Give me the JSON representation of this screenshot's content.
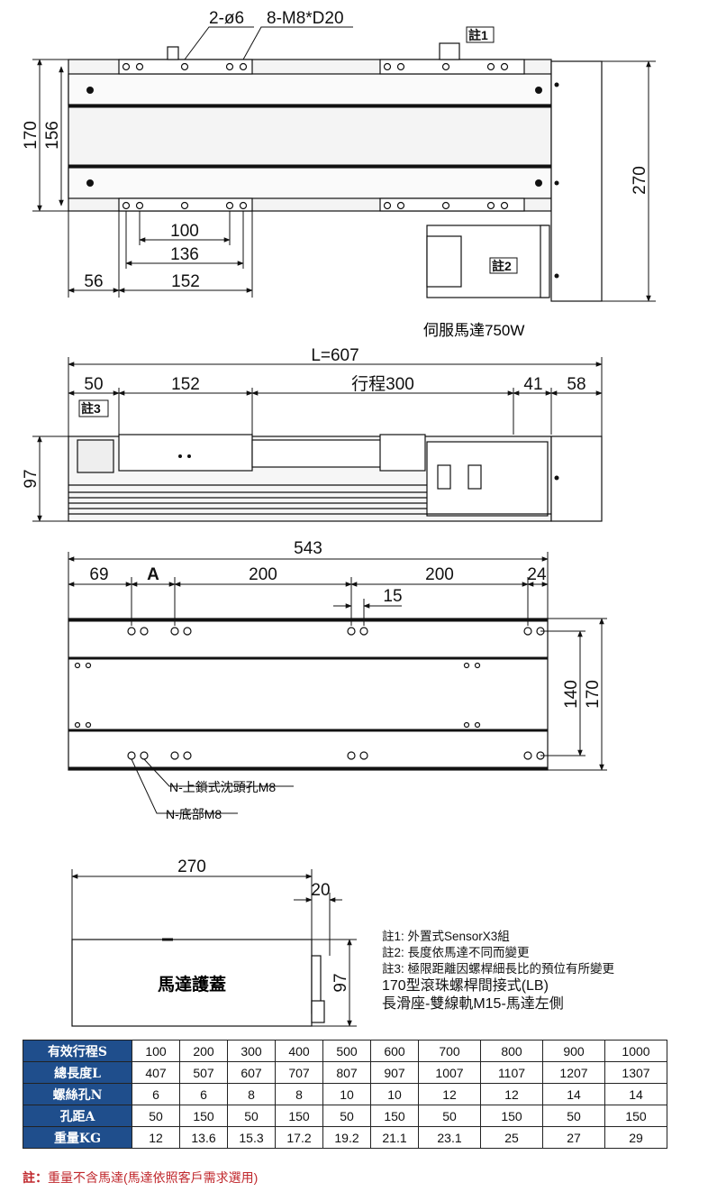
{
  "top_view": {
    "callout_hole": "2-ø6",
    "callout_bolt": "8-M8*D20",
    "note1": "註1",
    "note2": "註2",
    "dim_170": "170",
    "dim_156": "156",
    "dim_270": "270",
    "dim_100": "100",
    "dim_136": "136",
    "dim_152": "152",
    "dim_56": "56",
    "motor_label": "伺服馬達750W"
  },
  "side_view": {
    "length": "L=607",
    "dim_50": "50",
    "dim_152": "152",
    "stroke": "行程300",
    "dim_41": "41",
    "dim_58": "58",
    "note3": "註3",
    "dim_97": "97"
  },
  "bottom_view": {
    "dim_543": "543",
    "dim_69": "69",
    "dim_A": "A",
    "dim_200a": "200",
    "dim_200b": "200",
    "dim_24": "24",
    "dim_15": "15",
    "dim_140": "140",
    "dim_170": "170",
    "label_counterbore": "N-上鎖式沈頭孔M8",
    "label_bottom": "N-底部M8"
  },
  "cover_view": {
    "dim_270": "270",
    "dim_20": "20",
    "dim_97": "97",
    "label": "馬達護蓋"
  },
  "notes": [
    "註1: 外置式SensorX3組",
    "註2: 長度依馬達不同而變更",
    "註3: 極限距離因螺桿細長比的預位有所變更"
  ],
  "model_lines": [
    "170型滾珠螺桿間接式(LB)",
    "長滑座-雙線軌M15-馬達左側"
  ],
  "spec_table": {
    "header_color": "#1f4e8c",
    "rows": [
      {
        "label": "有效行程S",
        "values": [
          "100",
          "200",
          "300",
          "400",
          "500",
          "600",
          "700",
          "800",
          "900",
          "1000"
        ]
      },
      {
        "label": "總長度L",
        "values": [
          "407",
          "507",
          "607",
          "707",
          "807",
          "907",
          "1007",
          "1107",
          "1207",
          "1307"
        ]
      },
      {
        "label": "螺絲孔N",
        "values": [
          "6",
          "6",
          "8",
          "8",
          "10",
          "10",
          "12",
          "12",
          "14",
          "14"
        ]
      },
      {
        "label": "孔距A",
        "values": [
          "50",
          "150",
          "50",
          "150",
          "50",
          "150",
          "50",
          "150",
          "50",
          "150"
        ]
      },
      {
        "label": "重量KG",
        "values": [
          "12",
          "13.6",
          "15.3",
          "17.2",
          "19.2",
          "21.1",
          "23.1",
          "25",
          "27",
          "29"
        ]
      }
    ]
  },
  "footnote": {
    "prefix": "註：",
    "text": "重量不含馬達(馬達依照客戶需求選用)",
    "color": "#c0282d"
  }
}
